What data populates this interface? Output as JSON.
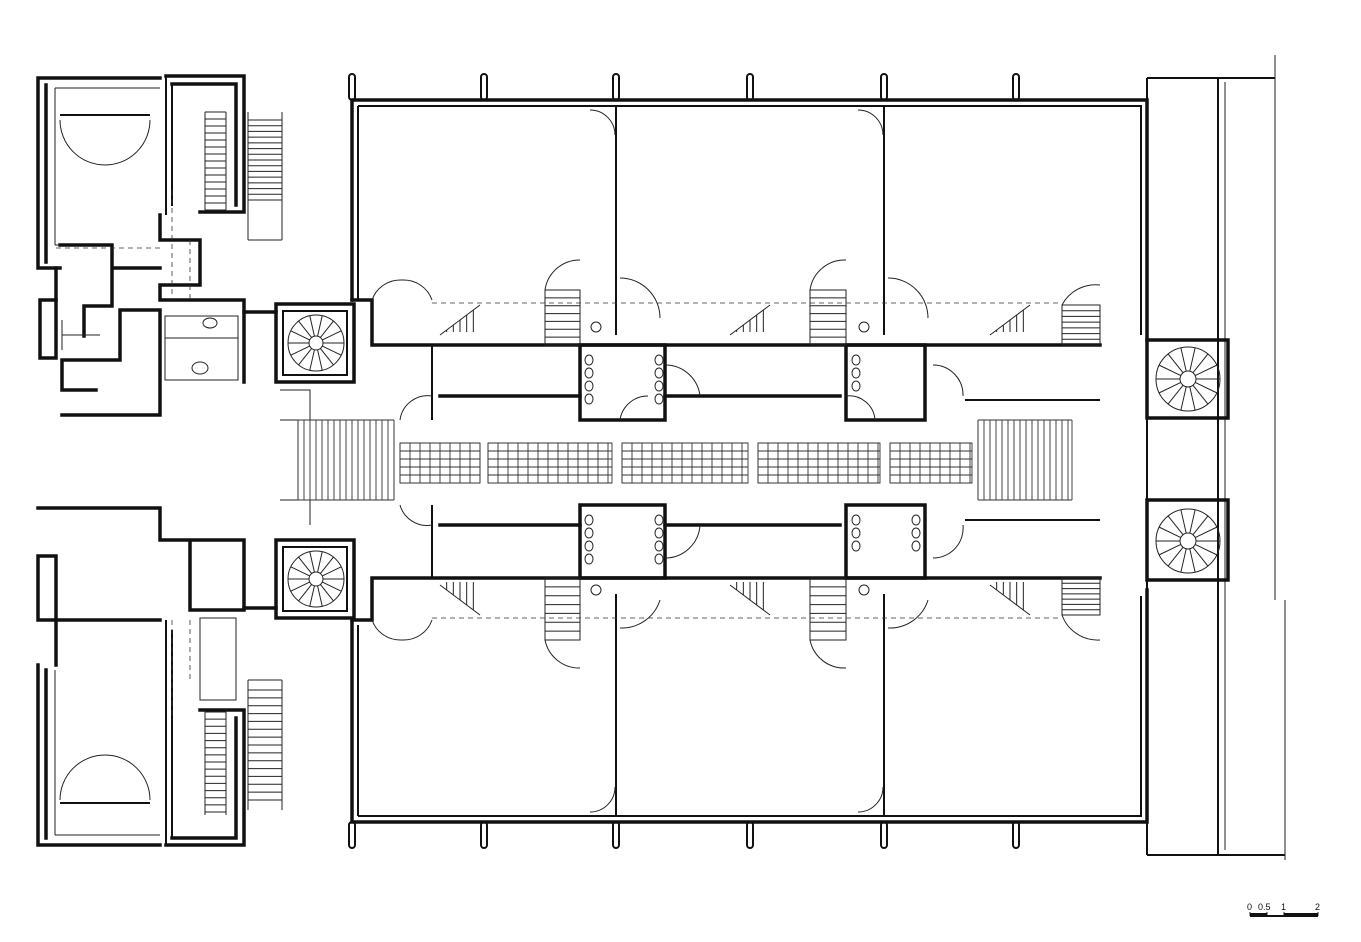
{
  "scale_bar": {
    "labels": [
      "0",
      "0.5",
      "1",
      "2"
    ],
    "values": [
      0,
      0.5,
      1,
      2
    ]
  },
  "colors": {
    "ink": "#111111",
    "paper": "#ffffff"
  },
  "elements": {
    "spiral_stairs": 4,
    "corridor_grilles": 5
  }
}
